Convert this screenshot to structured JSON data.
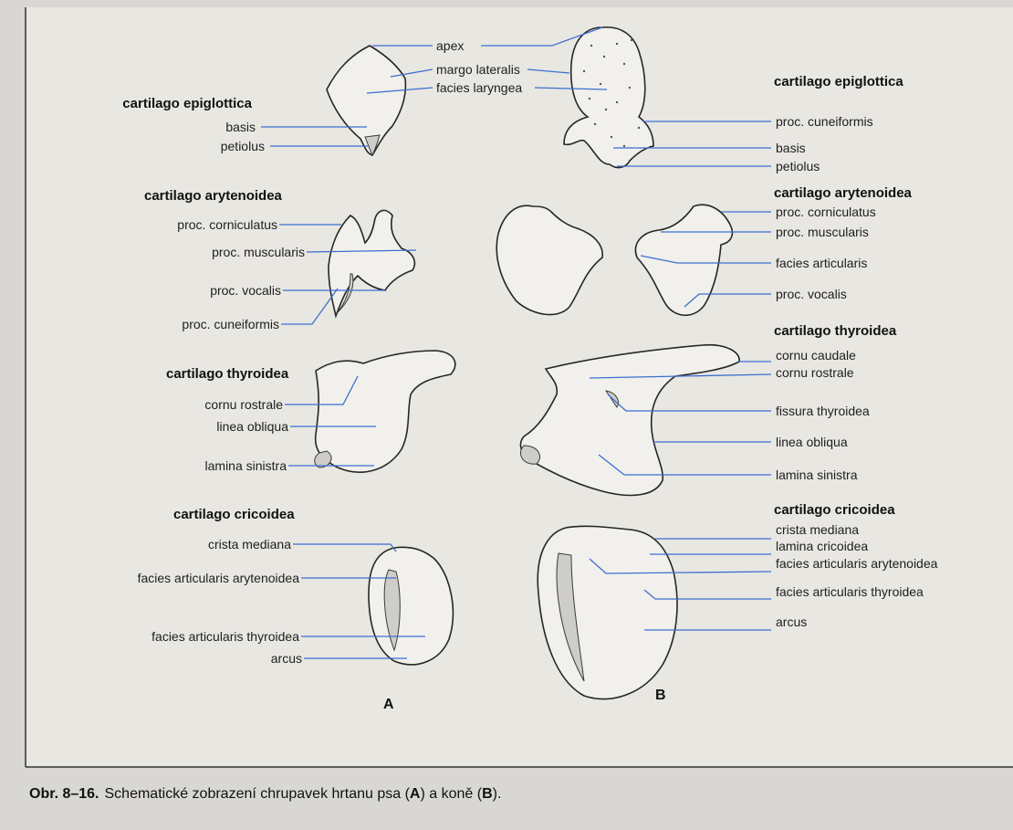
{
  "panel_a": {
    "epiglottica": {
      "title": "cartilago epiglottica",
      "basis": "basis",
      "petiolus": "petiolus"
    },
    "arytenoidea": {
      "title": "cartilago arytenoidea",
      "corniculatus": "proc. corniculatus",
      "muscularis": "proc. muscularis",
      "vocalis": "proc. vocalis",
      "cuneiformis": "proc. cuneiformis"
    },
    "thyroidea": {
      "title": "cartilago thyroidea",
      "cornu_rostrale": "cornu rostrale",
      "linea_obliqua": "linea obliqua",
      "lamina_sinistra": "lamina sinistra"
    },
    "cricoidea": {
      "title": "cartilago cricoidea",
      "crista_mediana": "crista mediana",
      "fac_aryt": "facies articularis arytenoidea",
      "fac_thyr": "facies articularis thyroidea",
      "arcus": "arcus"
    },
    "letter": "A"
  },
  "center_labels": {
    "apex": "apex",
    "margo_lateralis": "margo lateralis",
    "facies_laryngea": "facies laryngea"
  },
  "panel_b": {
    "epiglottica": {
      "title": "cartilago epiglottica",
      "cuneiformis": "proc. cuneiformis",
      "basis": "basis",
      "petiolus": "petiolus"
    },
    "arytenoidea": {
      "title": "cartilago arytenoidea",
      "corniculatus": "proc. corniculatus",
      "muscularis": "proc. muscularis",
      "facies_articularis": "facies articularis",
      "vocalis": "proc. vocalis"
    },
    "thyroidea": {
      "title": "cartilago thyroidea",
      "cornu_caudale": "cornu caudale",
      "cornu_rostrale": "cornu rostrale",
      "fissura": "fissura thyroidea",
      "linea_obliqua": "linea obliqua",
      "lamina_sinistra": "lamina sinistra"
    },
    "cricoidea": {
      "title": "cartilago cricoidea",
      "crista_mediana": "crista mediana",
      "lamina_cricoidea": "lamina cricoidea",
      "fac_aryt": "facies articularis arytenoidea",
      "fac_thyr": "facies articularis thyroidea",
      "arcus": "arcus"
    },
    "letter": "B"
  },
  "caption": {
    "number": "Obr. 8–16.",
    "text_1": "Schematické zobrazení chrupavek hrtanu psa (",
    "a": "A",
    "text_2": ") a koně (",
    "b": "B",
    "text_3": ")."
  }
}
